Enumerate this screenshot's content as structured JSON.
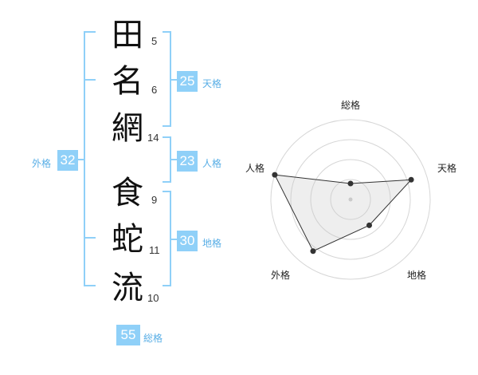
{
  "characters": [
    {
      "char": "田",
      "strokes": "5"
    },
    {
      "char": "名",
      "strokes": "6"
    },
    {
      "char": "網",
      "strokes": "14"
    },
    {
      "char": "食",
      "strokes": "9"
    },
    {
      "char": "蛇",
      "strokes": "11"
    },
    {
      "char": "流",
      "strokes": "10"
    }
  ],
  "fortunes": {
    "tenkaku": {
      "value": "25",
      "label": "天格"
    },
    "jinkaku": {
      "value": "23",
      "label": "人格"
    },
    "chikaku": {
      "value": "30",
      "label": "地格"
    },
    "gaikaku": {
      "value": "32",
      "label": "外格"
    },
    "soukaku": {
      "value": "55",
      "label": "総格"
    }
  },
  "colors": {
    "bracket": "#8fd0f8",
    "badge": "#8fd0f8",
    "badge_label": "#58aee6"
  },
  "chart_data": {
    "type": "radar",
    "axes": [
      "総格",
      "天格",
      "地格",
      "外格",
      "人格"
    ],
    "values": [
      0.2,
      0.8,
      0.4,
      0.8,
      1.0
    ],
    "range": [
      0,
      1
    ],
    "rings": 4
  }
}
